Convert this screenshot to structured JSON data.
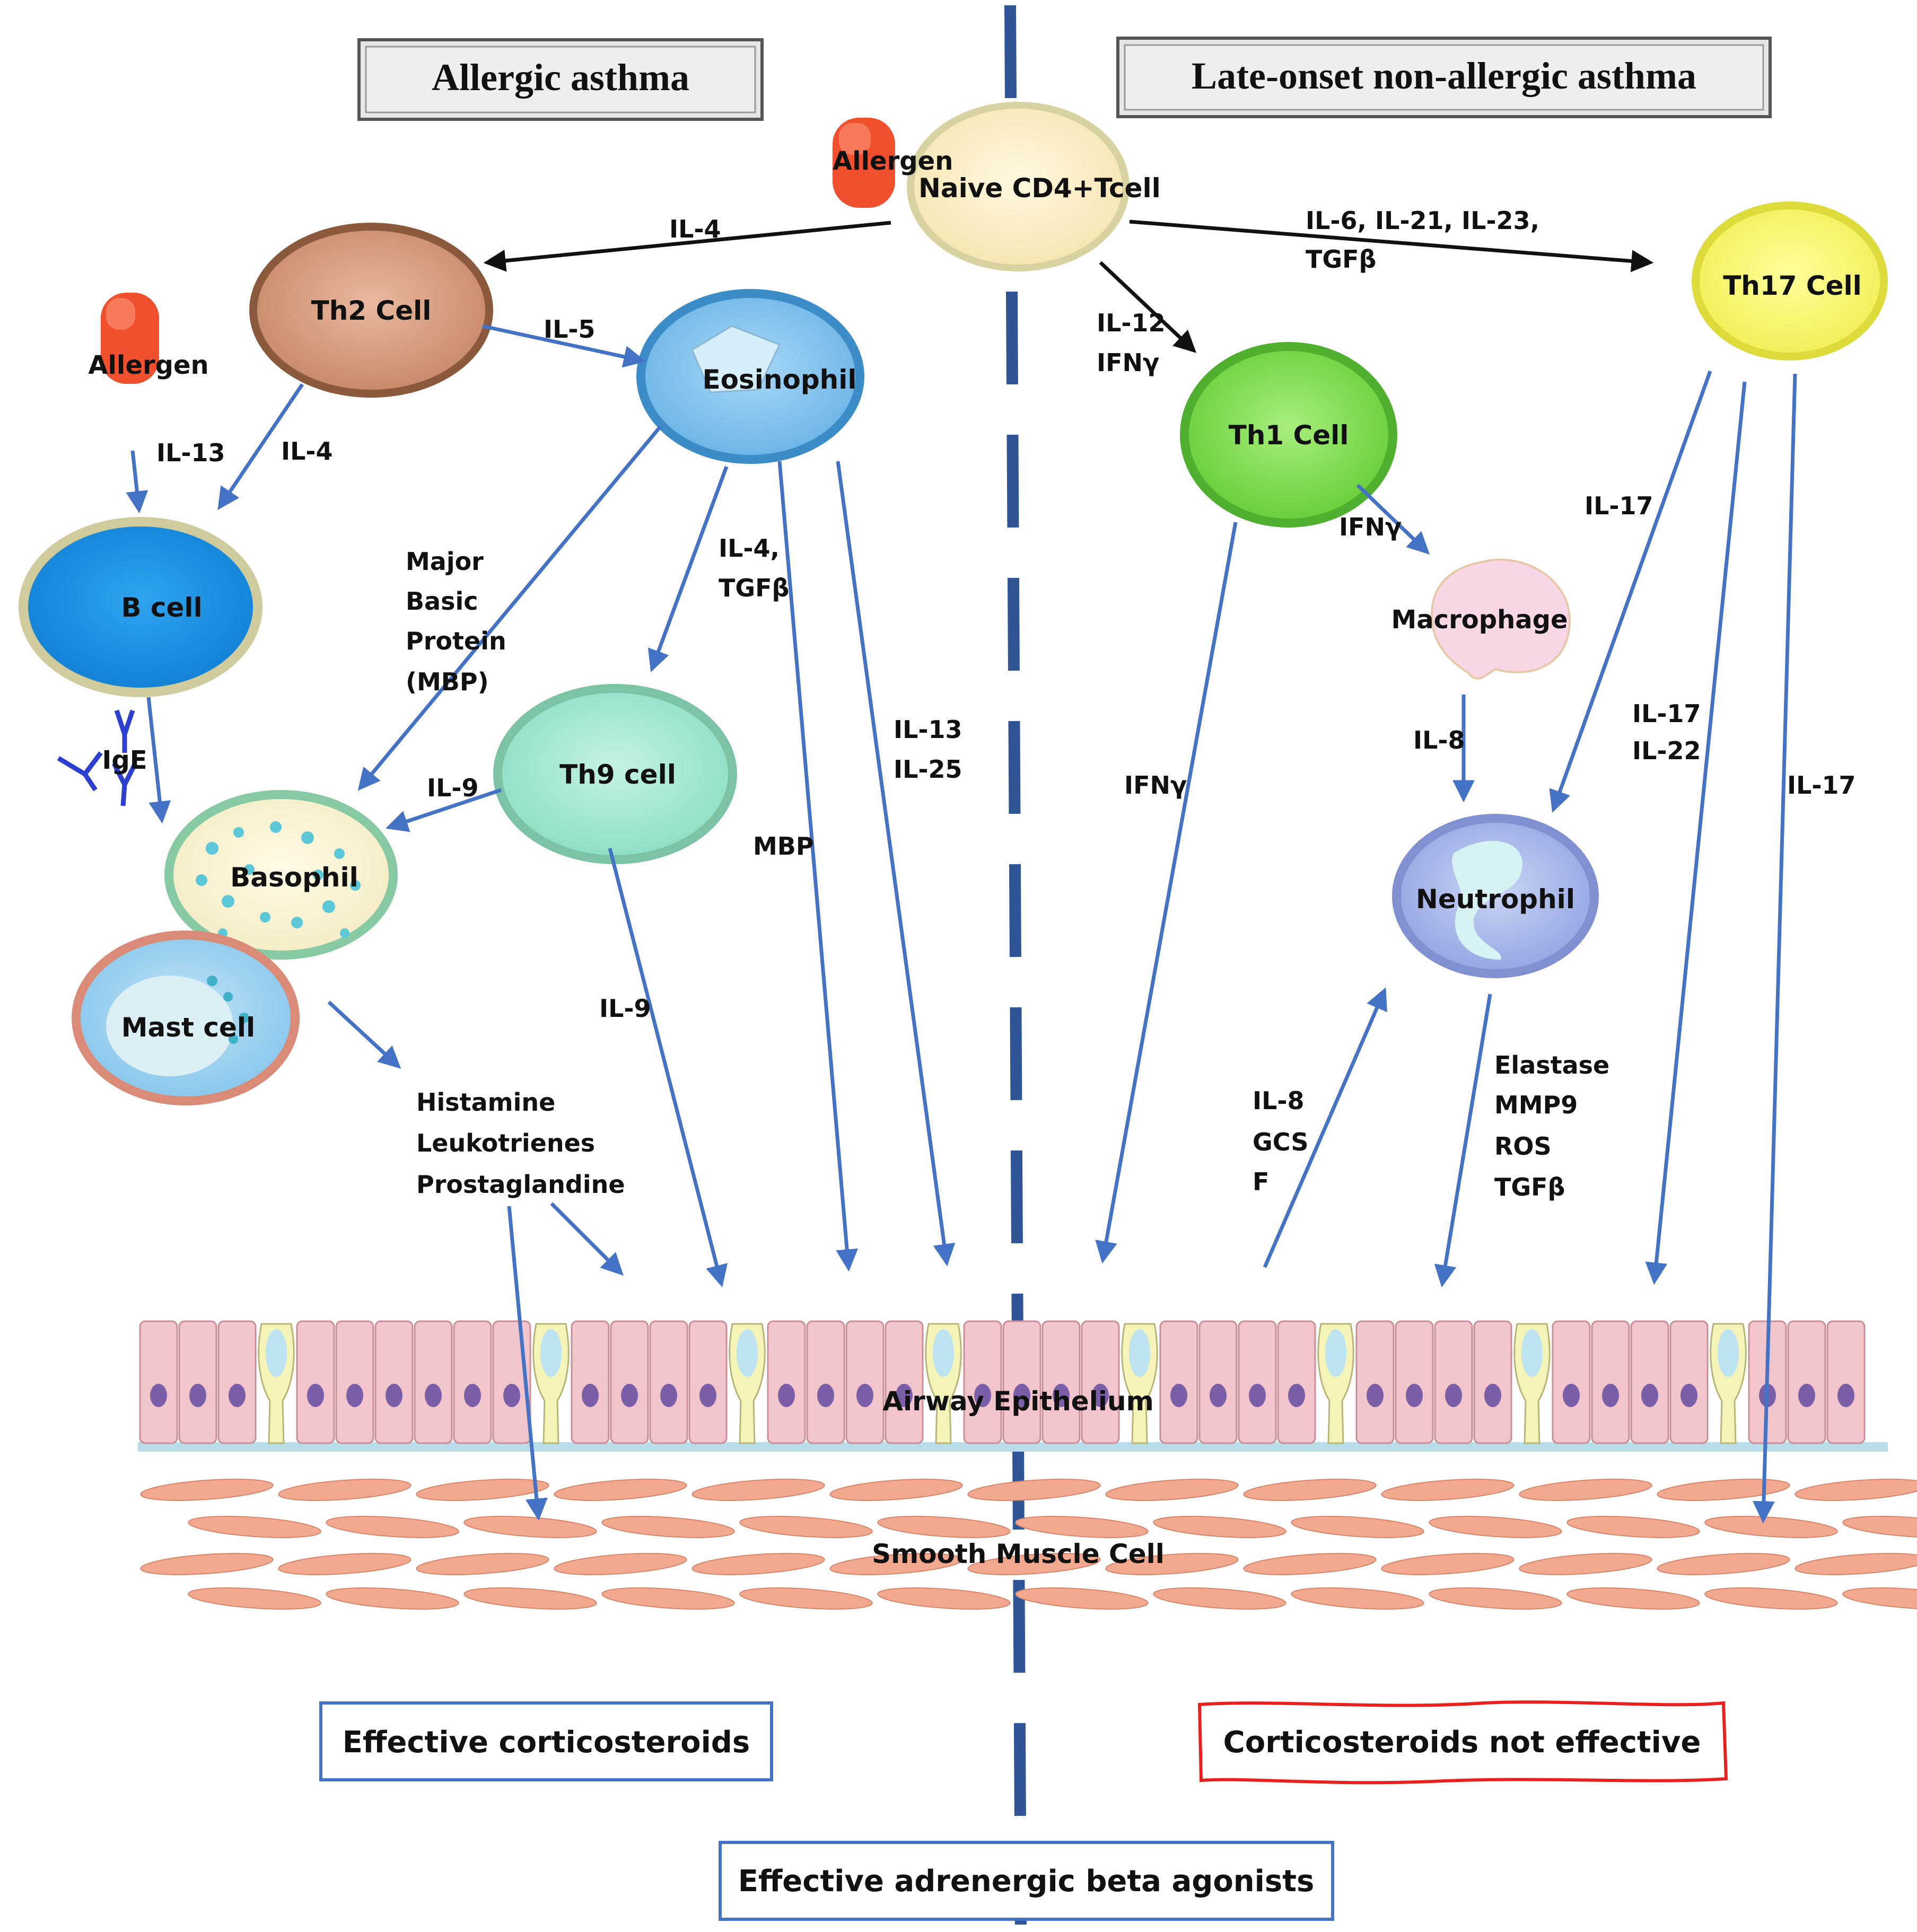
{
  "headers": {
    "left": "Allergic asthma",
    "right": "Late-onset non-allergic asthma"
  },
  "cells": {
    "naive": "Naive CD4+Tcell",
    "th2": "Th2 Cell",
    "eosinophil": "Eosinophil",
    "bcell": "B cell",
    "th9": "Th9 cell",
    "basophil": "Basophil",
    "mast": "Mast cell",
    "th1": "Th1 Cell",
    "macrophage": "Macrophage",
    "neutrophil": "Neutrophil",
    "th17": "Th17 Cell",
    "allergen_top": "Allergen",
    "allergen_left": "Allergen",
    "ige": "IgE"
  },
  "tissues": {
    "epithelium": "Airway Epithelium",
    "smooth_muscle": "Smooth Muscle Cell"
  },
  "labels": {
    "il4_top": "IL-4",
    "il6_line1": "IL-6, IL-21, IL-23,",
    "il6_line2": "TGFβ",
    "il5": "IL-5",
    "il12_line1": "IL-12",
    "il12_line2": "IFNγ",
    "il13_b": "IL-13",
    "il4_b": "IL-4",
    "mbp_1": "Major",
    "mbp_2": "Basic",
    "mbp_3": "Protein",
    "mbp_4": "(MBP)",
    "il4tgf_1": "IL-4,",
    "il4tgf_2": "TGFβ",
    "il13_25_1": "IL-13",
    "il13_25_2": "IL-25",
    "il9_baso": "IL-9",
    "mbp_short": "MBP",
    "il9_epi": "IL-9",
    "mediators_1": "Histamine",
    "mediators_2": "Leukotrienes",
    "mediators_3": "Prostaglandine",
    "ifng_mac": "IFNγ",
    "ifng_epi": "IFNγ",
    "il17_a": "IL-17",
    "il8_mac": "IL-8",
    "il17_22_1": "IL-17",
    "il17_22_2": "IL-22",
    "il17_c": "IL-17",
    "il8gcsf_1": "IL-8",
    "il8gcsf_2": "GCS",
    "il8gcsf_3": "F",
    "neut_1": "Elastase",
    "neut_2": "MMP9",
    "neut_3": "ROS",
    "neut_4": "TGFβ"
  },
  "boxes": {
    "left": "Effective corticosteroids",
    "right": "Corticosteroids not effective",
    "bottom": "Effective adrenergic beta agonists"
  },
  "colors": {
    "arrow_blue": "#4472C4",
    "divider_blue": "#2F5597",
    "box_blue": "#4472C4",
    "box_red": "#E8211F"
  }
}
